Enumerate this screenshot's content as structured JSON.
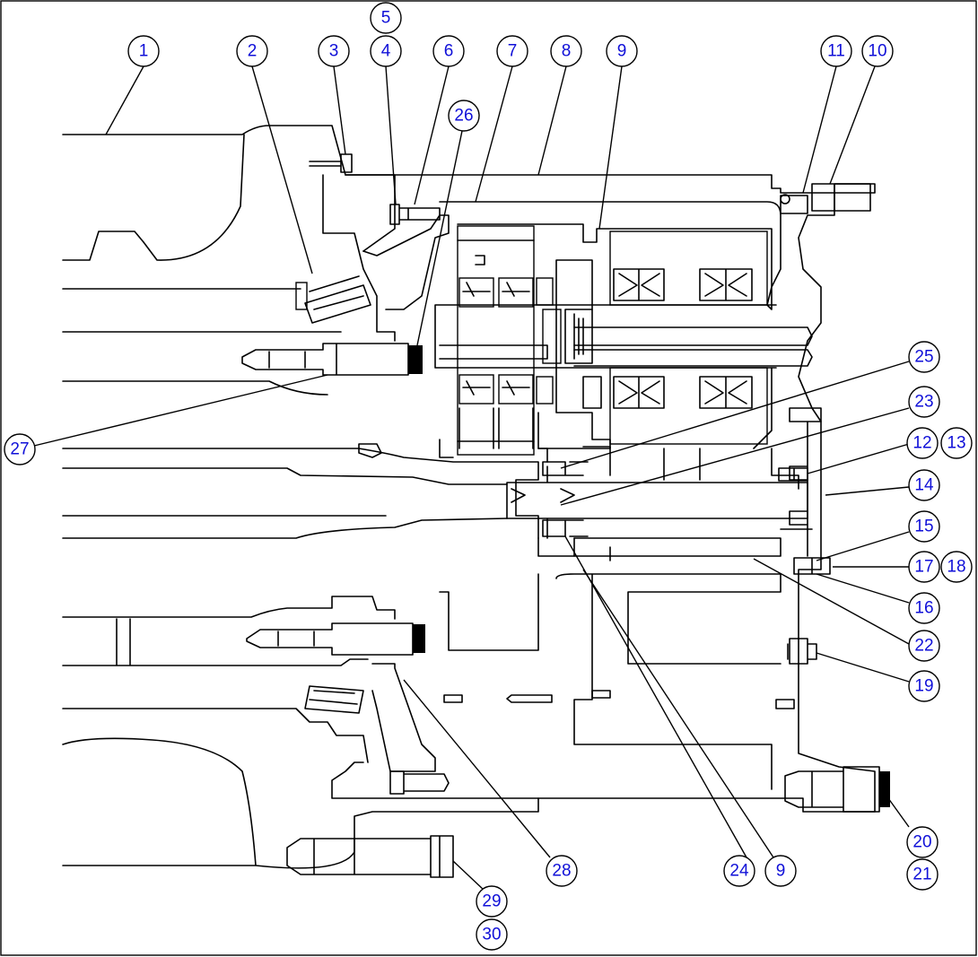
{
  "diagram": {
    "callout_color": "#1010d8",
    "callouts": [
      {
        "id": "c1",
        "label": "1"
      },
      {
        "id": "c2",
        "label": "2"
      },
      {
        "id": "c3",
        "label": "3"
      },
      {
        "id": "c4",
        "label": "4"
      },
      {
        "id": "c5",
        "label": "5"
      },
      {
        "id": "c6",
        "label": "6"
      },
      {
        "id": "c7",
        "label": "7"
      },
      {
        "id": "c8",
        "label": "8"
      },
      {
        "id": "c9a",
        "label": "9"
      },
      {
        "id": "c9b",
        "label": "9"
      },
      {
        "id": "c10",
        "label": "10"
      },
      {
        "id": "c11",
        "label": "11"
      },
      {
        "id": "c12",
        "label": "12"
      },
      {
        "id": "c13",
        "label": "13"
      },
      {
        "id": "c14",
        "label": "14"
      },
      {
        "id": "c15",
        "label": "15"
      },
      {
        "id": "c16",
        "label": "16"
      },
      {
        "id": "c17",
        "label": "17"
      },
      {
        "id": "c18",
        "label": "18"
      },
      {
        "id": "c19",
        "label": "19"
      },
      {
        "id": "c20",
        "label": "20"
      },
      {
        "id": "c21",
        "label": "21"
      },
      {
        "id": "c22",
        "label": "22"
      },
      {
        "id": "c23",
        "label": "23"
      },
      {
        "id": "c24",
        "label": "24"
      },
      {
        "id": "c25",
        "label": "25"
      },
      {
        "id": "c26",
        "label": "26"
      },
      {
        "id": "c27",
        "label": "27"
      },
      {
        "id": "c28",
        "label": "28"
      },
      {
        "id": "c29",
        "label": "29"
      },
      {
        "id": "c30",
        "label": "30"
      }
    ]
  }
}
